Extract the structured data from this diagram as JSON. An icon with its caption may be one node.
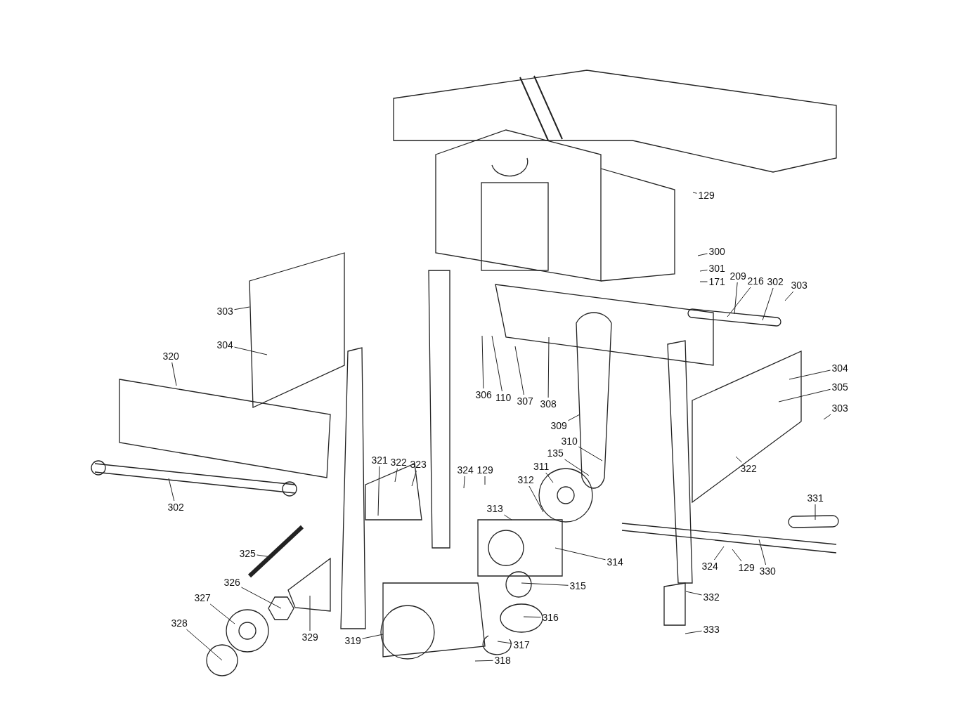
{
  "diagram": {
    "nodes": [
      {
        "text": [
          "129"
        ]
      },
      {
        "text": [
          "300"
        ]
      },
      {
        "text": [
          "301"
        ]
      },
      {
        "text": [
          "171"
        ]
      },
      {
        "text": [
          "209"
        ]
      },
      {
        "text": [
          "216"
        ]
      },
      {
        "text": [
          "302"
        ]
      },
      {
        "text": [
          "303"
        ]
      },
      {
        "text": [
          "303"
        ]
      },
      {
        "text": [
          "304"
        ]
      },
      {
        "text": [
          "320"
        ]
      },
      {
        "text": [
          "306"
        ]
      },
      {
        "text": [
          "110"
        ]
      },
      {
        "text": [
          "307"
        ]
      },
      {
        "text": [
          "308"
        ]
      },
      {
        "text": [
          "304"
        ]
      },
      {
        "text": [
          "305"
        ]
      },
      {
        "text": [
          "303"
        ]
      },
      {
        "text": [
          "309"
        ]
      },
      {
        "text": [
          "310"
        ]
      },
      {
        "text": [
          "135"
        ]
      },
      {
        "text": [
          "311"
        ]
      },
      {
        "text": [
          "321"
        ]
      },
      {
        "text": [
          "322"
        ]
      },
      {
        "text": [
          "323"
        ]
      },
      {
        "text": [
          "324"
        ]
      },
      {
        "text": [
          "129"
        ]
      },
      {
        "text": [
          "312"
        ]
      },
      {
        "text": [
          "313"
        ]
      },
      {
        "text": [
          "322"
        ]
      },
      {
        "text": [
          "331"
        ]
      },
      {
        "text": [
          "302"
        ]
      },
      {
        "text": [
          "325"
        ]
      },
      {
        "text": [
          "314"
        ]
      },
      {
        "text": [
          "324"
        ]
      },
      {
        "text": [
          "129"
        ]
      },
      {
        "text": [
          "330"
        ]
      },
      {
        "text": [
          "326"
        ]
      },
      {
        "text": [
          "327"
        ]
      },
      {
        "text": [
          "315"
        ]
      },
      {
        "text": [
          "332"
        ]
      },
      {
        "text": [
          "316"
        ]
      },
      {
        "text": [
          "328"
        ]
      },
      {
        "text": [
          "329"
        ]
      },
      {
        "text": [
          "319"
        ]
      },
      {
        "text": [
          "333"
        ]
      },
      {
        "text": [
          "317"
        ]
      },
      {
        "text": [
          "318"
        ]
      }
    ],
    "edges": [
      {
        "from": 0,
        "to": null,
        "arrow": "none"
      },
      {
        "from": 1,
        "to": null,
        "arrow": "none"
      },
      {
        "from": 2,
        "to": null,
        "arrow": "none"
      },
      {
        "from": 3,
        "to": null,
        "arrow": "none"
      },
      {
        "from": 4,
        "to": null,
        "arrow": "none"
      },
      {
        "from": 5,
        "to": null,
        "arrow": "none"
      },
      {
        "from": 6,
        "to": null,
        "arrow": "none"
      },
      {
        "from": 7,
        "to": null,
        "arrow": "none"
      },
      {
        "from": 8,
        "to": null,
        "arrow": "none"
      },
      {
        "from": 9,
        "to": null,
        "arrow": "none"
      },
      {
        "from": 10,
        "to": null,
        "arrow": "none"
      },
      {
        "from": 11,
        "to": null,
        "arrow": "none"
      },
      {
        "from": 12,
        "to": null,
        "arrow": "none"
      },
      {
        "from": 13,
        "to": null,
        "arrow": "none"
      },
      {
        "from": 14,
        "to": null,
        "arrow": "none"
      },
      {
        "from": 15,
        "to": null,
        "arrow": "none"
      },
      {
        "from": 16,
        "to": null,
        "arrow": "none"
      },
      {
        "from": 17,
        "to": null,
        "arrow": "none"
      },
      {
        "from": 18,
        "to": null,
        "arrow": "none"
      },
      {
        "from": 19,
        "to": null,
        "arrow": "none"
      },
      {
        "from": 20,
        "to": null,
        "arrow": "none"
      },
      {
        "from": 21,
        "to": null,
        "arrow": "none"
      },
      {
        "from": 22,
        "to": null,
        "arrow": "none"
      },
      {
        "from": 23,
        "to": null,
        "arrow": "none"
      },
      {
        "from": 24,
        "to": null,
        "arrow": "none"
      },
      {
        "from": 25,
        "to": null,
        "arrow": "none"
      },
      {
        "from": 26,
        "to": null,
        "arrow": "none"
      },
      {
        "from": 27,
        "to": null,
        "arrow": "none"
      },
      {
        "from": 28,
        "to": null,
        "arrow": "none"
      },
      {
        "from": 29,
        "to": null,
        "arrow": "none"
      },
      {
        "from": 30,
        "to": null,
        "arrow": "none"
      },
      {
        "from": 31,
        "to": null,
        "arrow": "none"
      },
      {
        "from": 32,
        "to": null,
        "arrow": "none"
      },
      {
        "from": 33,
        "to": null,
        "arrow": "none"
      },
      {
        "from": 34,
        "to": null,
        "arrow": "none"
      },
      {
        "from": 35,
        "to": null,
        "arrow": "none"
      },
      {
        "from": 36,
        "to": null,
        "arrow": "none"
      },
      {
        "from": 37,
        "to": null,
        "arrow": "none"
      },
      {
        "from": 38,
        "to": null,
        "arrow": "none"
      },
      {
        "from": 39,
        "to": null,
        "arrow": "none"
      },
      {
        "from": 40,
        "to": null,
        "arrow": "none"
      },
      {
        "from": 41,
        "to": null,
        "arrow": "none"
      },
      {
        "from": 42,
        "to": null,
        "arrow": "none"
      },
      {
        "from": 43,
        "to": null,
        "arrow": "none"
      },
      {
        "from": 44,
        "to": null,
        "arrow": "none"
      },
      {
        "from": 45,
        "to": null,
        "arrow": "none"
      },
      {
        "from": 46,
        "to": null,
        "arrow": "none"
      },
      {
        "from": 47,
        "to": null,
        "arrow": "none"
      }
    ]
  }
}
